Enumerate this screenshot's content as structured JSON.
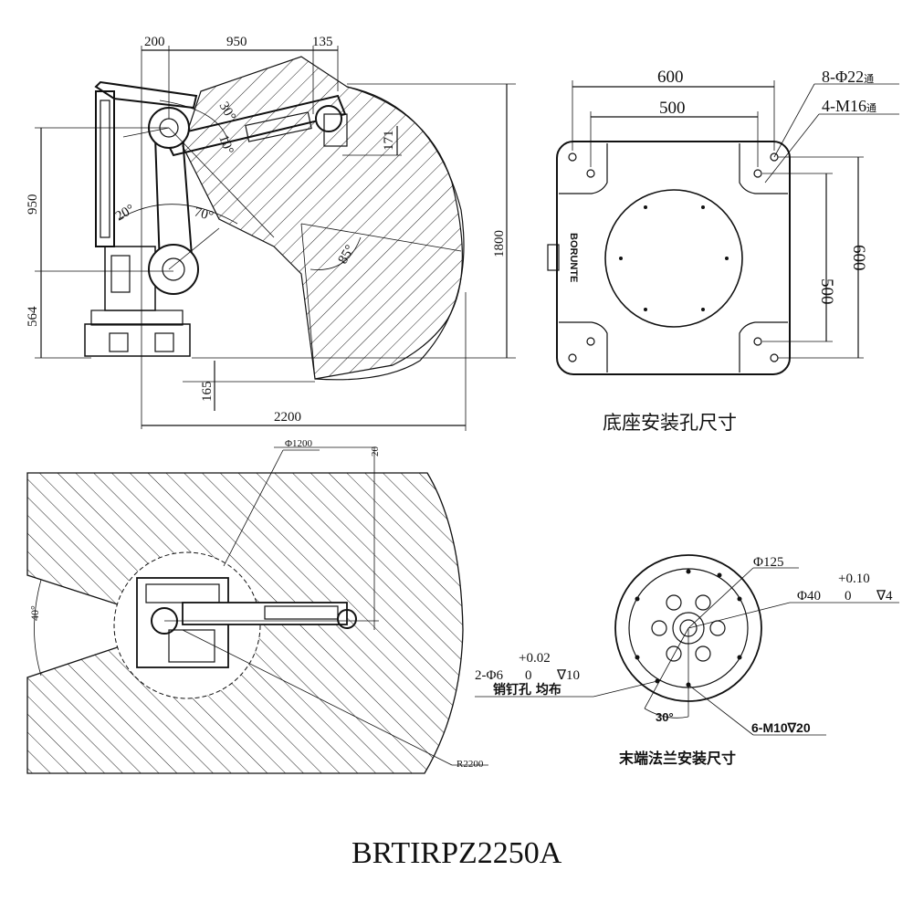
{
  "side_view": {
    "dim_200": "200",
    "dim_950_top": "950",
    "dim_135": "135",
    "dim_950_left": "950",
    "dim_564": "564",
    "dim_1800": "1800",
    "dim_171": "171",
    "dim_165": "165",
    "dim_2200": "2200",
    "angle_30": "30°",
    "angle_20": "20°",
    "angle_70": "70°",
    "angle_85": "85°",
    "angle_10": "10°"
  },
  "base_view": {
    "dim_600_top": "600",
    "dim_500_top": "500",
    "dim_500_right": "500",
    "dim_600_right": "600",
    "holes_through": "8-Φ22",
    "holes_through_suffix": "通",
    "threads": "4-M16",
    "threads_suffix": "通",
    "brand": "BORUNTE",
    "caption": "底座安装孔尺寸"
  },
  "top_view": {
    "dia_1200": "Φ1200",
    "dim_20": "20",
    "angle_40": "40°",
    "radius": "R2200"
  },
  "flange_view": {
    "dia_125": "Φ125",
    "tol_upper": "+0.10",
    "dia_40": "Φ40",
    "tol_lower": "0",
    "depth_4": "∇4",
    "pin_tol_upper": "+0.02",
    "pin_spec": "2-Φ6",
    "pin_tol_lower": "0",
    "pin_depth": "∇10",
    "pin_note": "销钉孔 均布",
    "angle_30": "30°",
    "threads": "6-M10∇20",
    "caption": "末端法兰安装尺寸"
  },
  "model": "BRTIRPZ2250A"
}
